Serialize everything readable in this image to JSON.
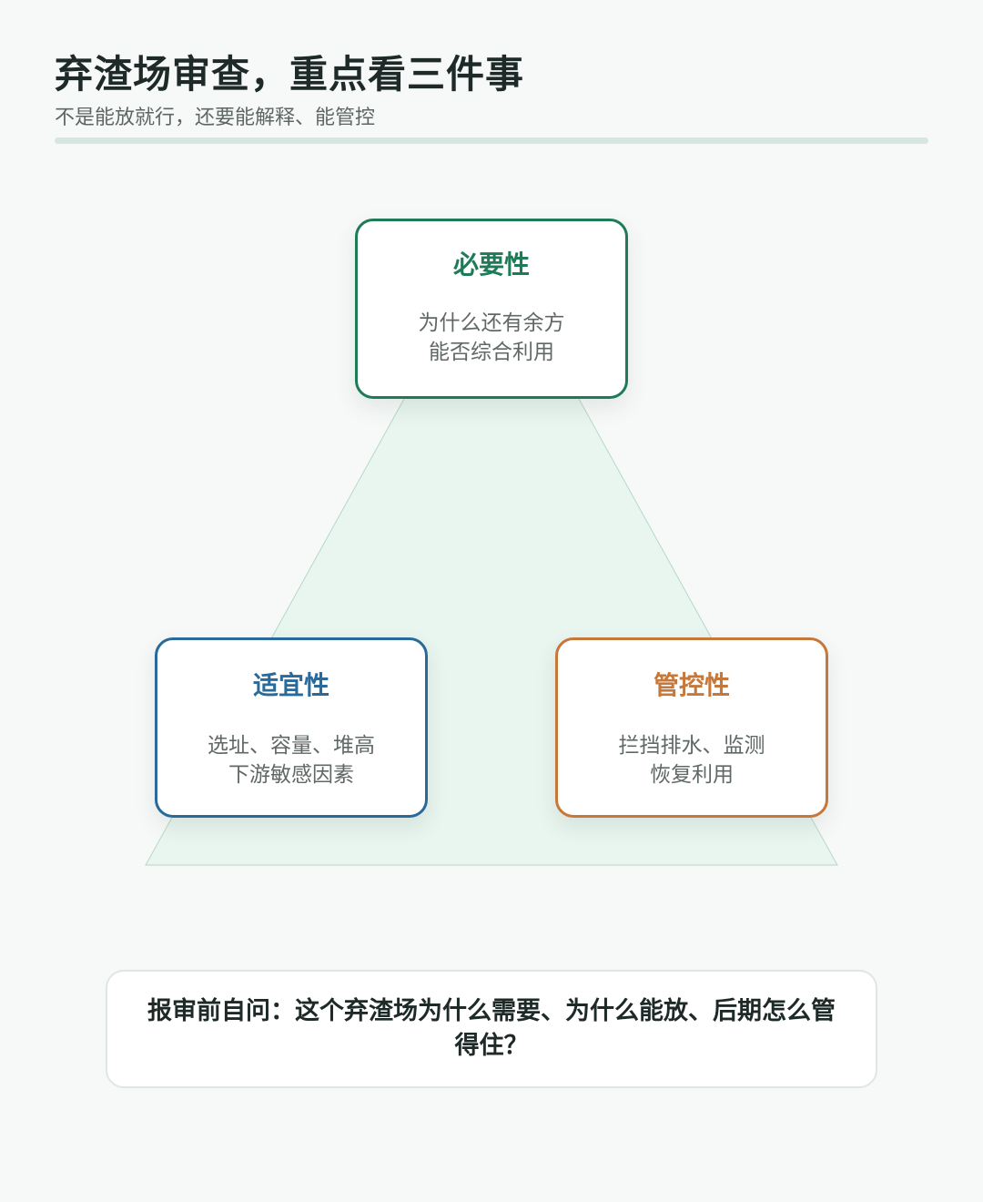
{
  "header": {
    "title": "弃渣场审查，重点看三件事",
    "subtitle": "不是能放就行，还要能解释、能管控"
  },
  "colors": {
    "necessity": "#1f7a57",
    "suitability": "#2a6a9b",
    "controllability": "#c6783a",
    "triangle_fill": "#e9f5ef",
    "triangle_stroke": "#b6d8c8"
  },
  "cards": {
    "necessity": {
      "title": "必要性",
      "line1": "为什么还有余方",
      "line2": "能否综合利用"
    },
    "suitability": {
      "title": "适宜性",
      "line1": "选址、容量、堆高",
      "line2": "下游敏感因素"
    },
    "controllability": {
      "title": "管控性",
      "line1": "拦挡排水、监测",
      "line2": "恢复利用"
    }
  },
  "question": {
    "text": "报审前自问：这个弃渣场为什么需要、为什么能放、后期怎么管得住？"
  }
}
